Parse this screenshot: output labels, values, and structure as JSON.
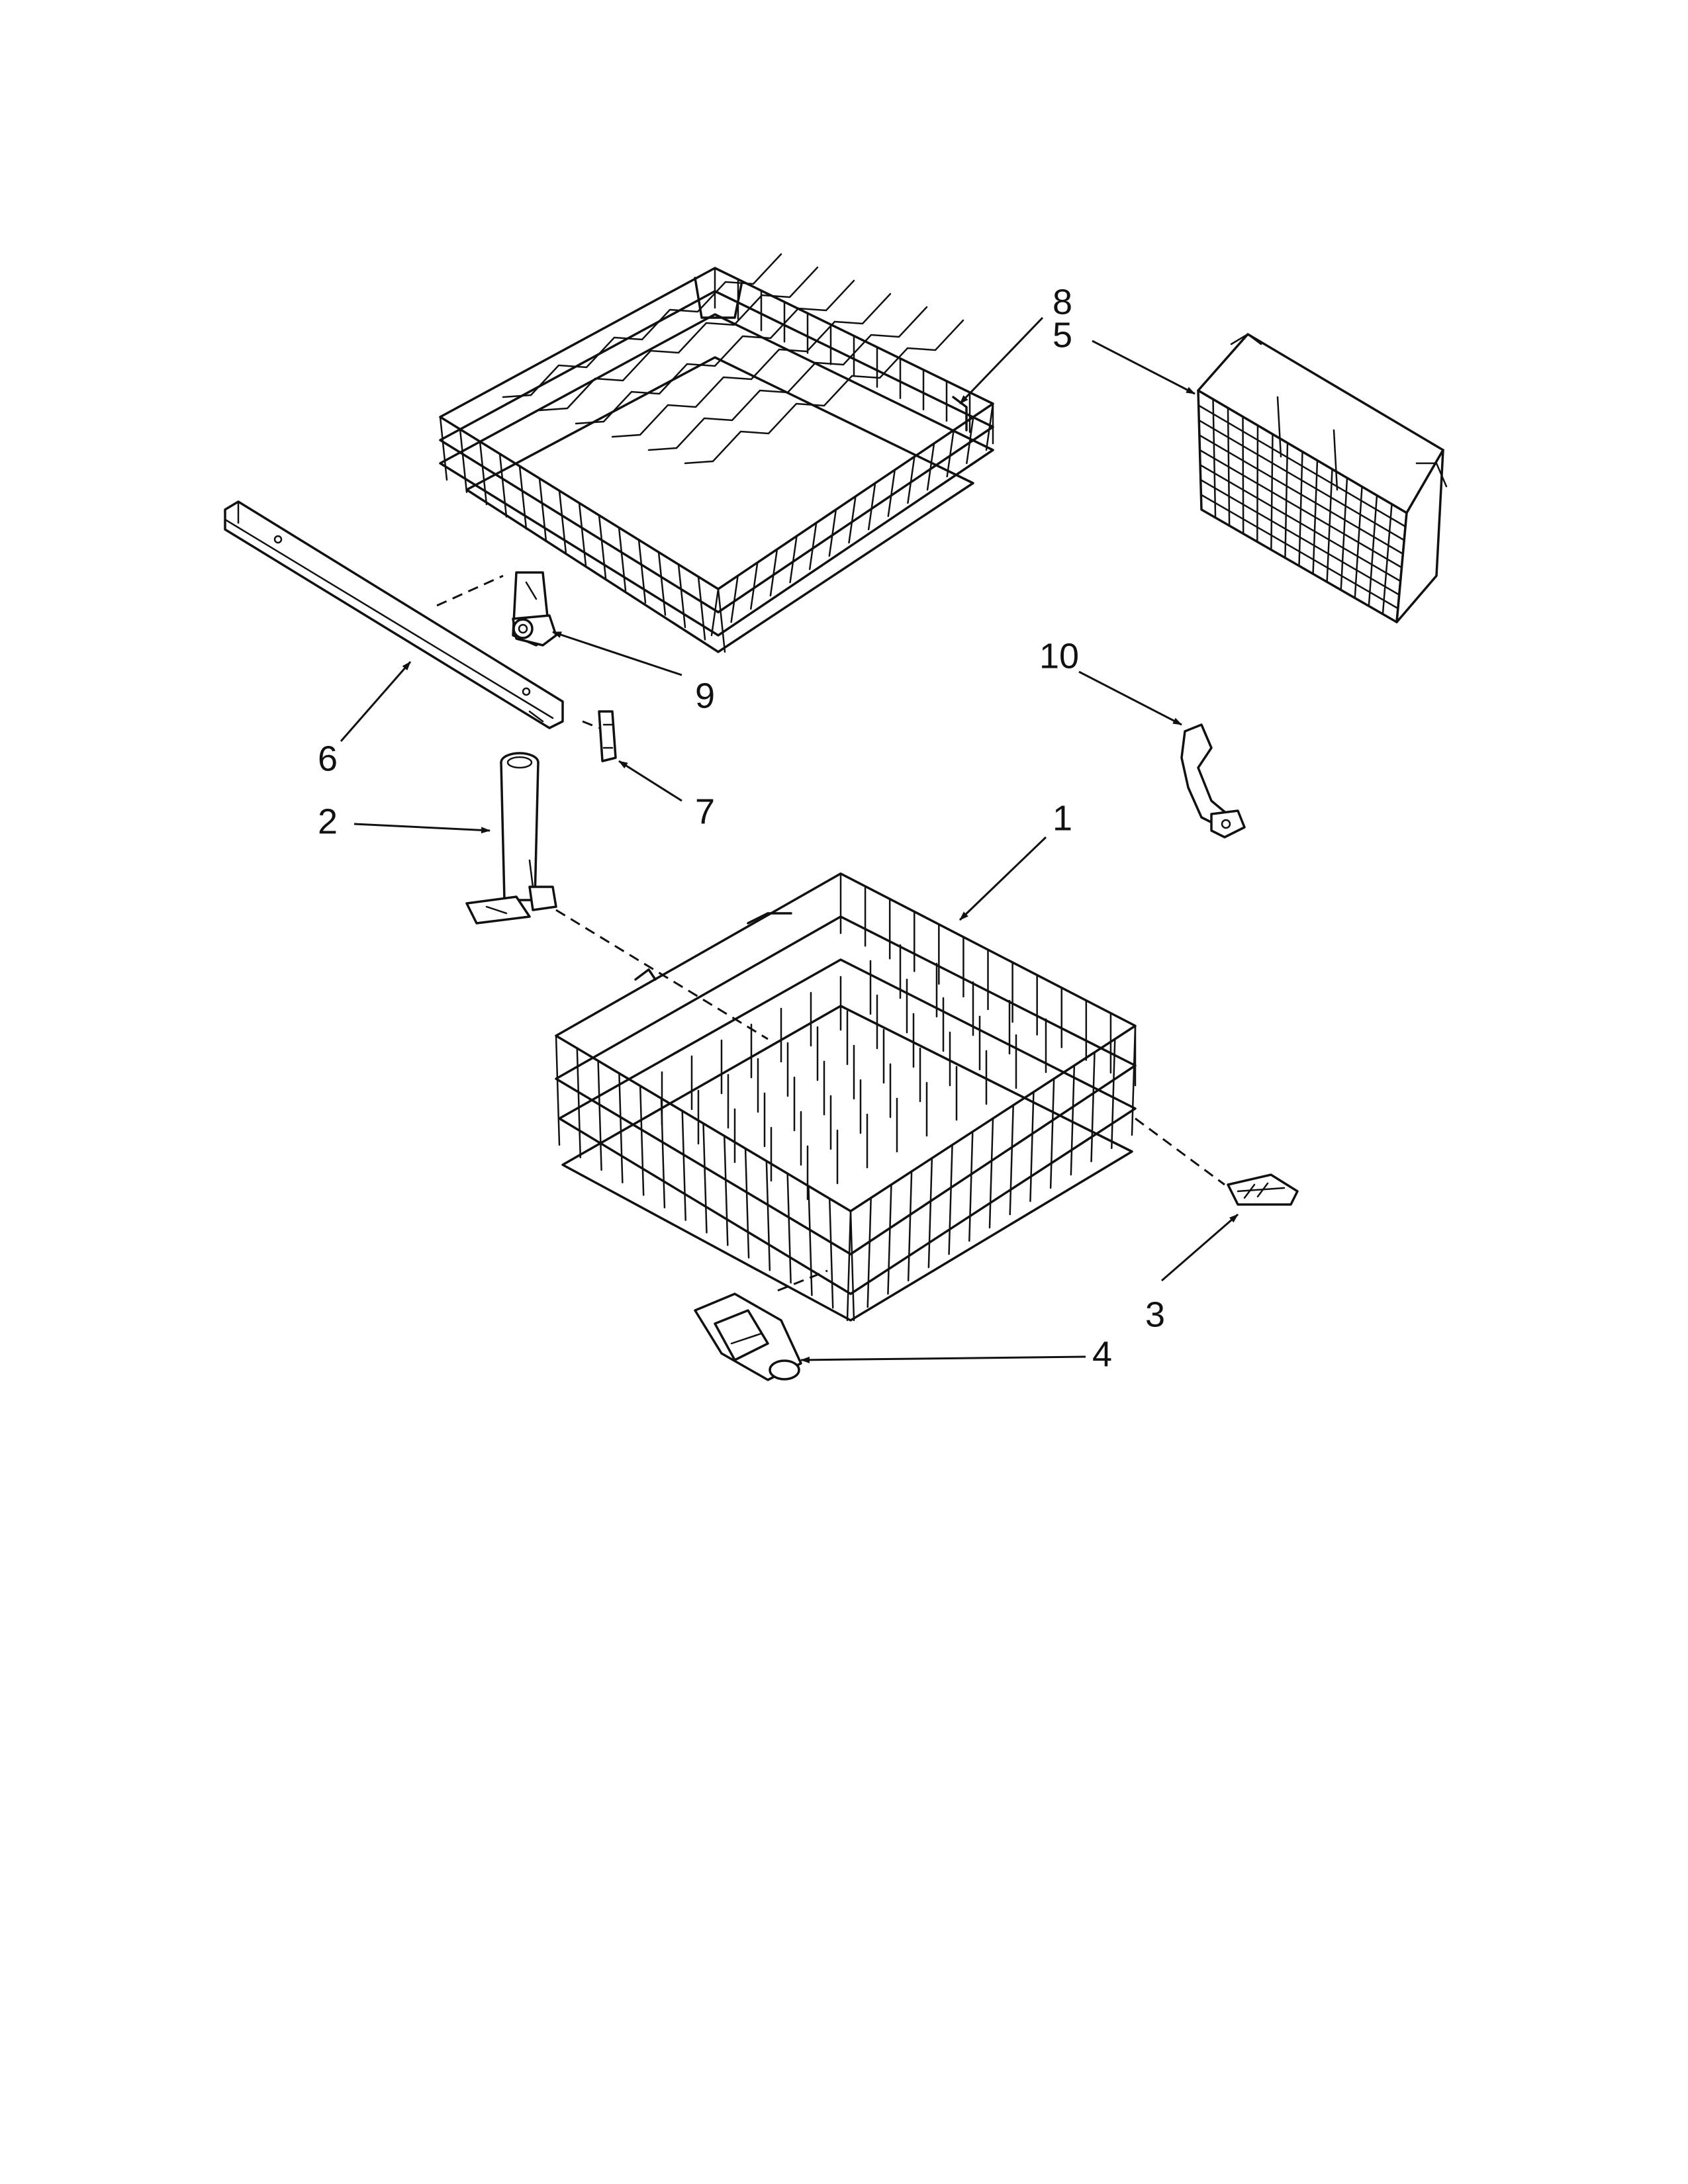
{
  "callouts": {
    "c1": "1",
    "c2": "2",
    "c3": "3",
    "c4": "4",
    "c5": "5",
    "c6": "6",
    "c7": "7",
    "c8": "8",
    "c9": "9",
    "c10": "10"
  },
  "colors": {
    "line": "#111111",
    "background": "#ffffff"
  }
}
